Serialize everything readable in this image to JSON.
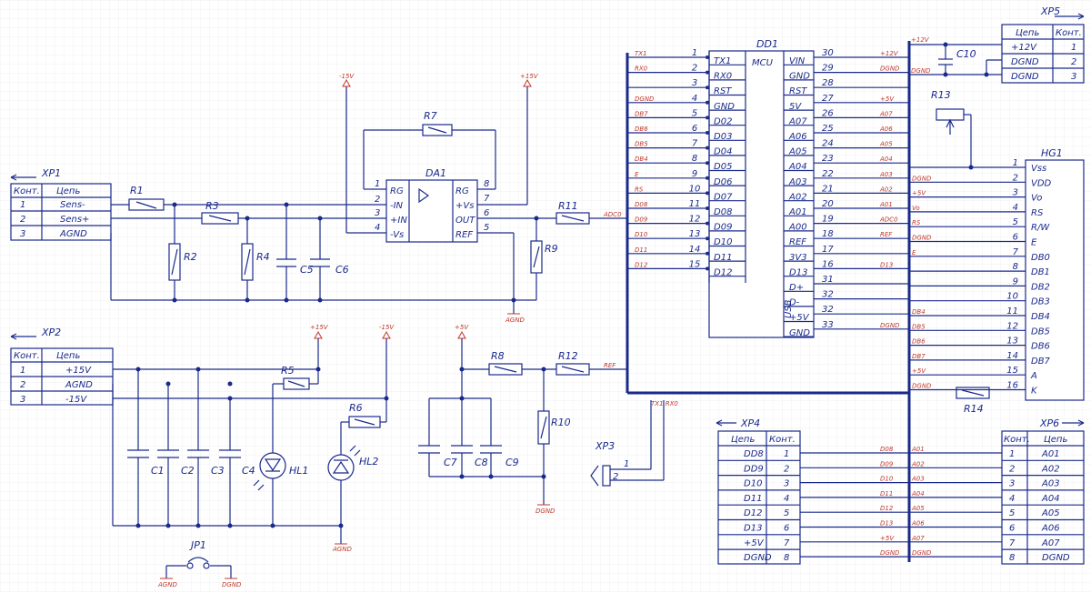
{
  "connectors": {
    "xp1": {
      "ref": "XP1",
      "headers": [
        "Конт.",
        "Цепь"
      ],
      "rows": [
        [
          "1",
          "Sens-"
        ],
        [
          "2",
          "Sens+"
        ],
        [
          "3",
          "AGND"
        ]
      ]
    },
    "xp2": {
      "ref": "XP2",
      "headers": [
        "Конт.",
        "Цепь"
      ],
      "rows": [
        [
          "1",
          "+15V"
        ],
        [
          "2",
          "AGND"
        ],
        [
          "3",
          "-15V"
        ]
      ]
    },
    "xp3": {
      "ref": "XP3",
      "pins": [
        "1",
        "2"
      ],
      "nets": [
        "TX1",
        "RX0"
      ]
    },
    "xp4": {
      "ref": "XP4",
      "headers": [
        "Цепь",
        "Конт."
      ],
      "rows": [
        [
          "DD8",
          "1"
        ],
        [
          "DD9",
          "2"
        ],
        [
          "D10",
          "3"
        ],
        [
          "D11",
          "4"
        ],
        [
          "D12",
          "5"
        ],
        [
          "D13",
          "6"
        ],
        [
          "+5V",
          "7"
        ],
        [
          "DGND",
          "8"
        ]
      ],
      "nets_left": [
        "D08",
        "D09",
        "D10",
        "D11",
        "D12",
        "D13",
        "+5V",
        "DGND"
      ],
      "nets_right": [
        "A01",
        "A02",
        "A03",
        "A04",
        "A05",
        "A06",
        "A07",
        "DGND"
      ]
    },
    "xp5": {
      "ref": "XP5",
      "headers": [
        "Цепь",
        "Конт."
      ],
      "rows": [
        [
          "+12V",
          "1"
        ],
        [
          "DGND",
          "2"
        ],
        [
          "DGND",
          "3"
        ]
      ]
    },
    "xp6": {
      "ref": "XP6",
      "headers": [
        "Конт.",
        "Цепь"
      ],
      "rows": [
        [
          "1",
          "A01"
        ],
        [
          "2",
          "A02"
        ],
        [
          "3",
          "A03"
        ],
        [
          "4",
          "A04"
        ],
        [
          "5",
          "A05"
        ],
        [
          "6",
          "A06"
        ],
        [
          "7",
          "A07"
        ],
        [
          "8",
          "DGND"
        ]
      ]
    }
  },
  "dd1": {
    "ref": "DD1",
    "type": "MCU",
    "left_pins": [
      {
        "num": "1",
        "name": "TX1",
        "net": "TX1"
      },
      {
        "num": "2",
        "name": "RX0",
        "net": "RX0"
      },
      {
        "num": "3",
        "name": "RST",
        "net": ""
      },
      {
        "num": "4",
        "name": "GND",
        "net": "DGND"
      },
      {
        "num": "5",
        "name": "D02",
        "net": "DB7"
      },
      {
        "num": "6",
        "name": "D03",
        "net": "DB6"
      },
      {
        "num": "7",
        "name": "D04",
        "net": "DB5"
      },
      {
        "num": "8",
        "name": "D05",
        "net": "DB4"
      },
      {
        "num": "9",
        "name": "D06",
        "net": "E"
      },
      {
        "num": "10",
        "name": "D07",
        "net": "RS"
      },
      {
        "num": "11",
        "name": "D08",
        "net": "D08"
      },
      {
        "num": "12",
        "name": "D09",
        "net": "D09"
      },
      {
        "num": "13",
        "name": "D10",
        "net": "D10"
      },
      {
        "num": "14",
        "name": "D11",
        "net": "D11"
      },
      {
        "num": "15",
        "name": "D12",
        "net": "D12"
      }
    ],
    "right_pins": [
      {
        "num": "30",
        "name": "VIN",
        "net": "+12V"
      },
      {
        "num": "29",
        "name": "GND",
        "net": "DGND"
      },
      {
        "num": "28",
        "name": "RST",
        "net": ""
      },
      {
        "num": "27",
        "name": "5V",
        "net": "+5V"
      },
      {
        "num": "26",
        "name": "A07",
        "net": "A07"
      },
      {
        "num": "25",
        "name": "A06",
        "net": "A06"
      },
      {
        "num": "24",
        "name": "A05",
        "net": "A05"
      },
      {
        "num": "23",
        "name": "A04",
        "net": "A04"
      },
      {
        "num": "22",
        "name": "A03",
        "net": "A03"
      },
      {
        "num": "21",
        "name": "A02",
        "net": "A02"
      },
      {
        "num": "20",
        "name": "A01",
        "net": "A01"
      },
      {
        "num": "19",
        "name": "A00",
        "net": "ADC0"
      },
      {
        "num": "18",
        "name": "REF",
        "net": "REF"
      },
      {
        "num": "17",
        "name": "3V3",
        "net": ""
      },
      {
        "num": "16",
        "name": "D13",
        "net": "D13"
      },
      {
        "num": "31",
        "name": "D+",
        "net": ""
      },
      {
        "num": "32",
        "name": "D-",
        "net": ""
      },
      {
        "num": "32",
        "name": "+5V",
        "net": ""
      },
      {
        "num": "33",
        "name": "GND",
        "net": "DGND"
      }
    ],
    "usb_label": "USB"
  },
  "da1": {
    "ref": "DA1",
    "left_pins": [
      {
        "num": "1",
        "name": "RG"
      },
      {
        "num": "2",
        "name": "-IN"
      },
      {
        "num": "3",
        "name": "+IN"
      },
      {
        "num": "4",
        "name": "-Vs"
      }
    ],
    "right_pins": [
      {
        "num": "8",
        "name": "RG"
      },
      {
        "num": "7",
        "name": "+Vs"
      },
      {
        "num": "6",
        "name": "OUT"
      },
      {
        "num": "5",
        "name": "REF"
      }
    ]
  },
  "hg1": {
    "ref": "HG1",
    "pins": [
      {
        "num": "1",
        "name": "Vss",
        "net": ""
      },
      {
        "num": "2",
        "name": "VDD",
        "net": "DGND"
      },
      {
        "num": "3",
        "name": "Vo",
        "net": "+5V"
      },
      {
        "num": "4",
        "name": "RS",
        "net": "Vo"
      },
      {
        "num": "5",
        "name": "R/W",
        "net": "RS"
      },
      {
        "num": "6",
        "name": "E",
        "net": "DGND"
      },
      {
        "num": "7",
        "name": "DB0",
        "net": "E"
      },
      {
        "num": "8",
        "name": "DB1",
        "net": ""
      },
      {
        "num": "9",
        "name": "DB2",
        "net": ""
      },
      {
        "num": "10",
        "name": "DB3",
        "net": ""
      },
      {
        "num": "11",
        "name": "DB4",
        "net": "DB4"
      },
      {
        "num": "12",
        "name": "DB5",
        "net": "DB5"
      },
      {
        "num": "13",
        "name": "DB6",
        "net": "DB6"
      },
      {
        "num": "14",
        "name": "DB7",
        "net": "DB7"
      },
      {
        "num": "15",
        "name": "A",
        "net": "+5V"
      },
      {
        "num": "16",
        "name": "K",
        "net": "DGND"
      }
    ],
    "left_nets_upper": [
      "DGND",
      "+5V",
      "Vo",
      "RS",
      "DGND",
      "E"
    ],
    "right_bus_nets": [
      "+5V",
      "A07",
      "A06",
      "A05",
      "A04",
      "A03",
      "A02",
      "A01",
      "ADC0",
      "REF",
      "",
      "D13"
    ],
    "mid_nets": [
      "D13",
      "DGND",
      "Vo",
      "+5V"
    ]
  },
  "components": {
    "resistors": [
      "R1",
      "R2",
      "R3",
      "R4",
      "R5",
      "R6",
      "R7",
      "R8",
      "R9",
      "R10",
      "R11",
      "R12",
      "R13",
      "R14"
    ],
    "capacitors": [
      "C1",
      "C2",
      "C3",
      "C4",
      "C5",
      "C6",
      "C7",
      "C8",
      "C9",
      "C10"
    ],
    "leds": [
      "HL1",
      "HL2"
    ],
    "jumper": "JP1"
  },
  "power_labels": {
    "m15": "-15V",
    "p15": "+15V",
    "p5": "+5V",
    "p12": "+12V",
    "agnd": "AGND",
    "dgnd": "DGND",
    "adc0": "ADC0",
    "ref": "REF",
    "txrx": "TX1 RX0"
  }
}
